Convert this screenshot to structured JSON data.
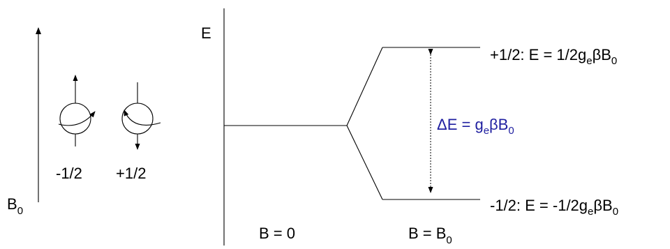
{
  "field": {
    "symbol": "B",
    "subscript": "0"
  },
  "spins": [
    {
      "label": "-1/2",
      "direction": "up"
    },
    {
      "label": "+1/2",
      "direction": "down"
    }
  ],
  "axis": {
    "label": "E"
  },
  "levels": {
    "upper": {
      "spin": "+1/2",
      "prefix": "+1/2: E = 1/2g",
      "g_sub": "e",
      "mid": "βB",
      "b_sub": "0"
    },
    "lower": {
      "spin": "-1/2",
      "prefix": "-1/2: E = -1/2g",
      "g_sub": "e",
      "mid": "βB",
      "b_sub": "0"
    }
  },
  "gap": {
    "prefix": "ΔE = g",
    "g_sub": "e",
    "mid": "βB",
    "b_sub": "0"
  },
  "bottom_labels": {
    "zero_field": "B = 0",
    "applied_prefix": "B = B",
    "applied_sub": "0"
  },
  "colors": {
    "line": "#000000",
    "accent": "#1f1fa0"
  }
}
